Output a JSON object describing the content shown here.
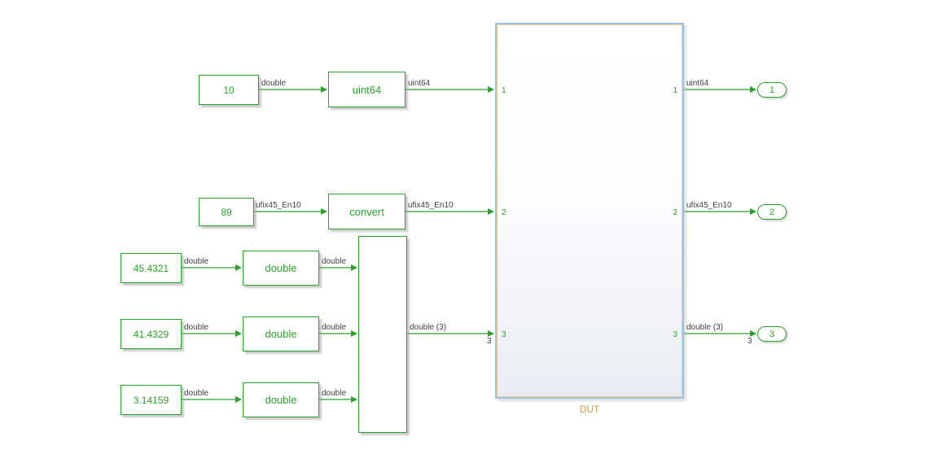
{
  "colors": {
    "signal_green": "#2ca02c",
    "annotation_gray": "#3f3f3f",
    "dut_border_blue": "#9cc3e5",
    "dut_inner_yellow": "#f2cf8e",
    "dut_label_orange": "#cf9b3d"
  },
  "blocks": {
    "constants": {
      "c10": "10",
      "c89": "89",
      "c45": "45.4321",
      "c41": "41.4329",
      "cpi": "3.14159"
    },
    "converters": {
      "uint64": "uint64",
      "convert": "convert",
      "doubles": [
        "double",
        "double",
        "double"
      ]
    },
    "dut": {
      "name": "DUT",
      "in_ports": [
        "1",
        "2",
        "3"
      ],
      "out_ports": [
        "1",
        "2",
        "3"
      ]
    },
    "outports": [
      "1",
      "2",
      "3"
    ]
  },
  "signal_labels": {
    "c10_out": "double",
    "uint64_out": "uint64",
    "c89_out": "ufix45_En10",
    "convert_out": "ufix45_En10",
    "c45_out": "double",
    "c41_out": "double",
    "cpi_out": "double",
    "d1_out": "double",
    "d2_out": "double",
    "d3_out": "double",
    "mux_out": "double (3)",
    "mux_out_dim": "3",
    "dut_out1": "uint64",
    "dut_out2": "ufix45_En10",
    "dut_out3": "double (3)",
    "dut_out3_dim": "3"
  }
}
